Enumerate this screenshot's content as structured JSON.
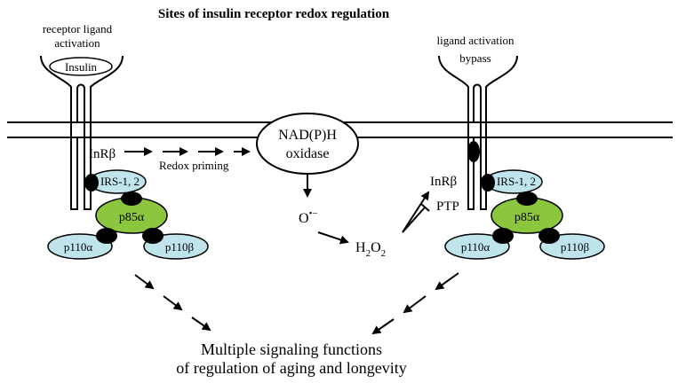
{
  "title": "Sites of insulin receptor redox regulation",
  "left": {
    "caption_line1": "receptor ligand",
    "caption_line2": "activation",
    "ligand": "Insulin",
    "receptor": "InRβ",
    "irs": "IRS-1, 2",
    "p85": "p85α",
    "p110a": "p110α",
    "p110b": "p110β"
  },
  "right": {
    "caption_line1": "ligand activation",
    "caption_line2": "bypass",
    "irs": "IRS-1, 2",
    "p85": "p85α",
    "p110a": "p110α",
    "p110b": "p110β"
  },
  "center": {
    "redox_priming": "Redox priming",
    "oxidase_line1": "NAD(P)H",
    "oxidase_line2": "oxidase",
    "superoxide_base": "O",
    "superoxide_sup": "•−",
    "h2o2_h": "H",
    "h2o2_sub1": "2",
    "h2o2_o": "O",
    "h2o2_sub2": "2",
    "target_receptor": "InRβ",
    "target_ptp": "PTP"
  },
  "outcome": {
    "line1": "Multiple signaling functions",
    "line2": "of regulation of aging and longevity"
  },
  "colors": {
    "green": "#8cc63f",
    "lightblue": "#bfe4ec",
    "black": "#000000"
  }
}
